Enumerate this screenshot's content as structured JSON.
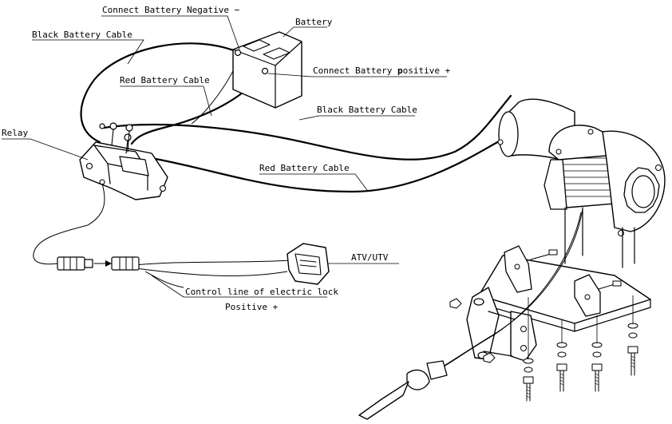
{
  "diagram": {
    "labels": {
      "connect_negative": "Connect Battery Negative −",
      "battery": "Battery",
      "black_cable_top": "Black Battery Cable",
      "connect_positive_prefix": "Connect Battery ",
      "connect_positive_bold": "p",
      "connect_positive_suffix": "ositive +",
      "red_cable_top": "Red Battery Cable",
      "black_cable_mid": "Black Battery Cable",
      "relay": "Relay",
      "red_cable_bottom": "Red Battery Cable",
      "atv_utv": "ATV/UTV",
      "control_line": "Control line of electric lock",
      "positive": "Positive +"
    }
  }
}
